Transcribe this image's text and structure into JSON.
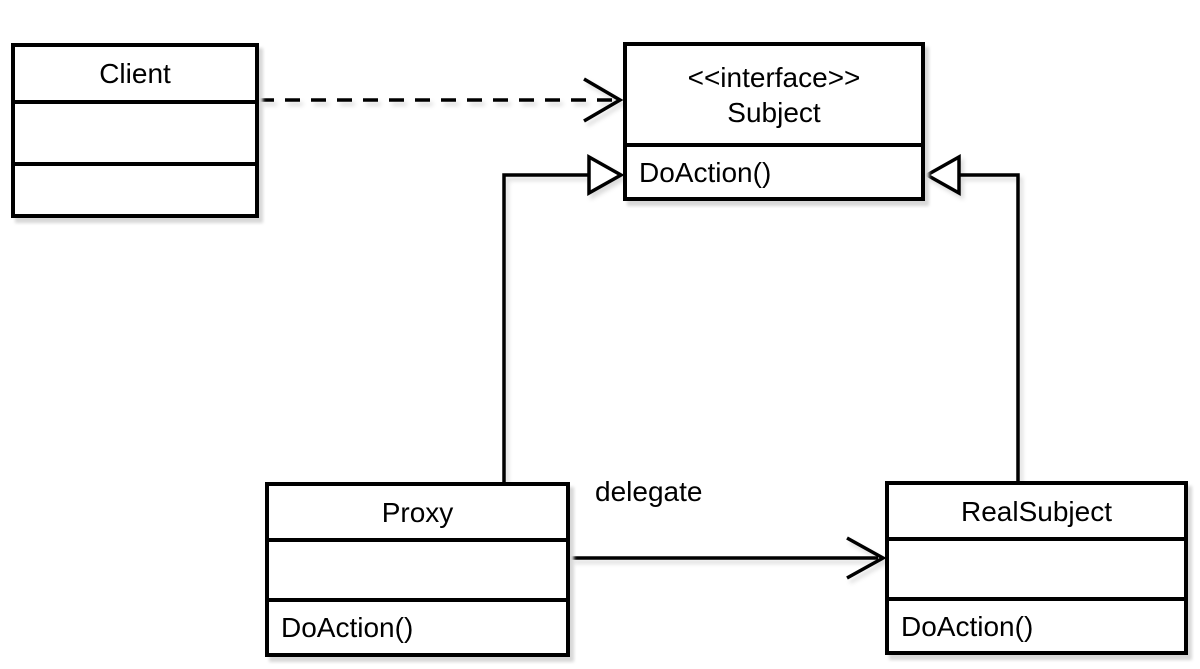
{
  "diagram": {
    "kind": "uml-class-diagram",
    "pattern_name": "Proxy"
  },
  "classes": {
    "client": {
      "name": "Client",
      "attributes": "",
      "methods": ""
    },
    "subject": {
      "stereotype": "<<interface>>",
      "name": "Subject",
      "methods": "DoAction()"
    },
    "proxy": {
      "name": "Proxy",
      "attributes": "",
      "methods": "DoAction()"
    },
    "realsubject": {
      "name": "RealSubject",
      "attributes": "",
      "methods": "DoAction()"
    }
  },
  "edges": {
    "dependency": {
      "from": "Client",
      "to": "Subject",
      "type": "dashed-dependency",
      "label": ""
    },
    "realization_proxy": {
      "from": "Proxy",
      "to": "Subject",
      "type": "realization",
      "label": ""
    },
    "realization_realsubject": {
      "from": "RealSubject",
      "to": "Subject",
      "type": "realization",
      "label": ""
    },
    "delegate": {
      "from": "Proxy",
      "to": "RealSubject",
      "type": "directed-association",
      "label": "delegate"
    }
  }
}
